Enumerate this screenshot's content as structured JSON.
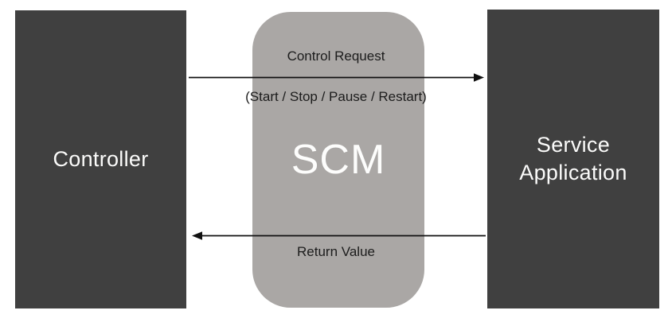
{
  "diagram": {
    "left_box": {
      "label": "Controller",
      "fill_color": "#404040",
      "text_color": "#fbfbfa"
    },
    "center_box": {
      "label": "SCM",
      "fill_color": "#aaa7a5",
      "text_color": "#fdfdfc"
    },
    "right_box": {
      "label": "Service Application",
      "fill_color": "#404040",
      "text_color": "#fbfbfa"
    },
    "top_arrow": {
      "label": "Control Request",
      "sublabel": "(Start / Stop / Pause / Restart)",
      "direction": "left-to-right",
      "color": "#111111"
    },
    "bottom_arrow": {
      "label": "Return Value",
      "direction": "right-to-left",
      "color": "#111111"
    }
  }
}
